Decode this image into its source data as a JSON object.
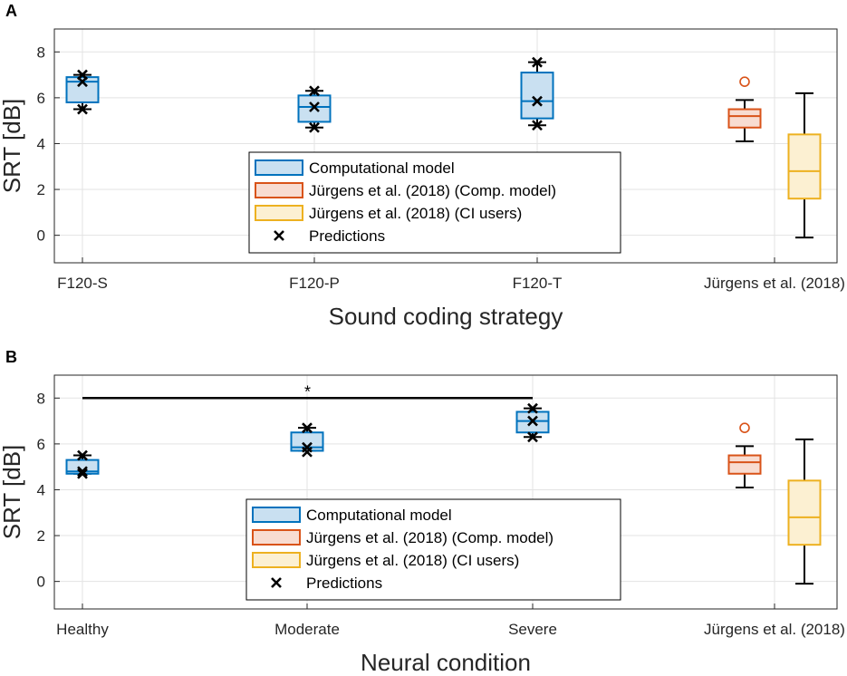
{
  "colors": {
    "model_edge": "#0072BD",
    "model_fill": "#C9E0F1",
    "jurgens_model_edge": "#D95319",
    "jurgens_model_fill": "#F8DCD1",
    "jurgens_ci_edge": "#EDB120",
    "jurgens_ci_fill": "#FCF0D2",
    "grid": "#E3E3E3",
    "axis": "#262626"
  },
  "legend": {
    "items": [
      {
        "label": "Computational model",
        "kind": "box",
        "edge": "#0072BD",
        "fill": "#C9E0F1"
      },
      {
        "label": "Jürgens et al. (2018) (Comp. model)",
        "kind": "box",
        "edge": "#D95319",
        "fill": "#F8DCD1"
      },
      {
        "label": "Jürgens et al. (2018) (CI users)",
        "kind": "box",
        "edge": "#EDB120",
        "fill": "#FCF0D2"
      },
      {
        "label": "Predictions",
        "kind": "cross"
      }
    ]
  },
  "chart_data": [
    {
      "panel": "A",
      "type": "box",
      "xlabel": "Sound coding strategy",
      "ylabel": "SRT [dB]",
      "ylim": [
        -1.2,
        9
      ],
      "yticks": [
        0,
        2,
        4,
        6,
        8
      ],
      "grid": true,
      "legend_position": "bottom-center",
      "categories": [
        "F120-S",
        "F120-P",
        "F120-T",
        "Jürgens et al. (2018)"
      ],
      "boxes": [
        {
          "category": 0,
          "offset": 0,
          "series": "Computational model",
          "whisker_low": 5.5,
          "q1": 5.8,
          "median": 6.7,
          "q3": 6.9,
          "whisker_high": 7.0,
          "outliers": []
        },
        {
          "category": 1,
          "offset": 0,
          "series": "Computational model",
          "whisker_low": 4.7,
          "q1": 4.95,
          "median": 5.6,
          "q3": 6.1,
          "whisker_high": 6.3,
          "outliers": []
        },
        {
          "category": 2,
          "offset": 0,
          "series": "Computational model",
          "whisker_low": 4.8,
          "q1": 5.1,
          "median": 5.85,
          "q3": 7.1,
          "whisker_high": 7.55,
          "outliers": []
        },
        {
          "category": 3,
          "offset": -0.25,
          "series": "Jürgens et al. (2018) (Comp. model)",
          "whisker_low": 4.1,
          "q1": 4.7,
          "median": 5.2,
          "q3": 5.5,
          "whisker_high": 5.9,
          "outliers": [
            6.7
          ]
        },
        {
          "category": 3,
          "offset": 0.25,
          "series": "Jürgens et al. (2018) (CI users)",
          "whisker_low": -0.1,
          "q1": 1.6,
          "median": 2.8,
          "q3": 4.4,
          "whisker_high": 6.2,
          "outliers": []
        }
      ],
      "predictions": [
        {
          "category": 0,
          "values": [
            5.5,
            6.7,
            7.0
          ]
        },
        {
          "category": 1,
          "values": [
            4.7,
            5.6,
            6.3
          ]
        },
        {
          "category": 2,
          "values": [
            4.8,
            5.85,
            7.55
          ]
        }
      ],
      "significance": null
    },
    {
      "panel": "B",
      "type": "box",
      "xlabel": "Neural condition",
      "ylabel": "SRT [dB]",
      "ylim": [
        -1.2,
        9
      ],
      "yticks": [
        0,
        2,
        4,
        6,
        8
      ],
      "grid": true,
      "legend_position": "bottom-center",
      "categories": [
        "Healthy",
        "Moderate",
        "Severe",
        "Jürgens et al. (2018)"
      ],
      "boxes": [
        {
          "category": 0,
          "offset": 0,
          "series": "Computational model",
          "whisker_low": 4.7,
          "q1": 4.7,
          "median": 4.8,
          "q3": 5.3,
          "whisker_high": 5.5,
          "outliers": []
        },
        {
          "category": 1,
          "offset": 0,
          "series": "Computational model",
          "whisker_low": 5.7,
          "q1": 5.7,
          "median": 5.85,
          "q3": 6.5,
          "whisker_high": 6.7,
          "outliers": []
        },
        {
          "category": 2,
          "offset": 0,
          "series": "Computational model",
          "whisker_low": 6.3,
          "q1": 6.5,
          "median": 7.0,
          "q3": 7.4,
          "whisker_high": 7.55,
          "outliers": []
        },
        {
          "category": 3,
          "offset": -0.25,
          "series": "Jürgens et al. (2018) (Comp. model)",
          "whisker_low": 4.1,
          "q1": 4.7,
          "median": 5.2,
          "q3": 5.5,
          "whisker_high": 5.9,
          "outliers": [
            6.7
          ]
        },
        {
          "category": 3,
          "offset": 0.25,
          "series": "Jürgens et al. (2018) (CI users)",
          "whisker_low": -0.1,
          "q1": 1.6,
          "median": 2.8,
          "q3": 4.4,
          "whisker_high": 6.2,
          "outliers": []
        }
      ],
      "predictions": [
        {
          "category": 0,
          "values": [
            4.7,
            4.8,
            5.5
          ]
        },
        {
          "category": 1,
          "values": [
            5.65,
            5.85,
            6.7
          ]
        },
        {
          "category": 2,
          "values": [
            6.3,
            7.0,
            7.55
          ]
        }
      ],
      "significance": {
        "from_category": 0,
        "to_category": 2,
        "y": 8,
        "label": "*"
      }
    }
  ]
}
